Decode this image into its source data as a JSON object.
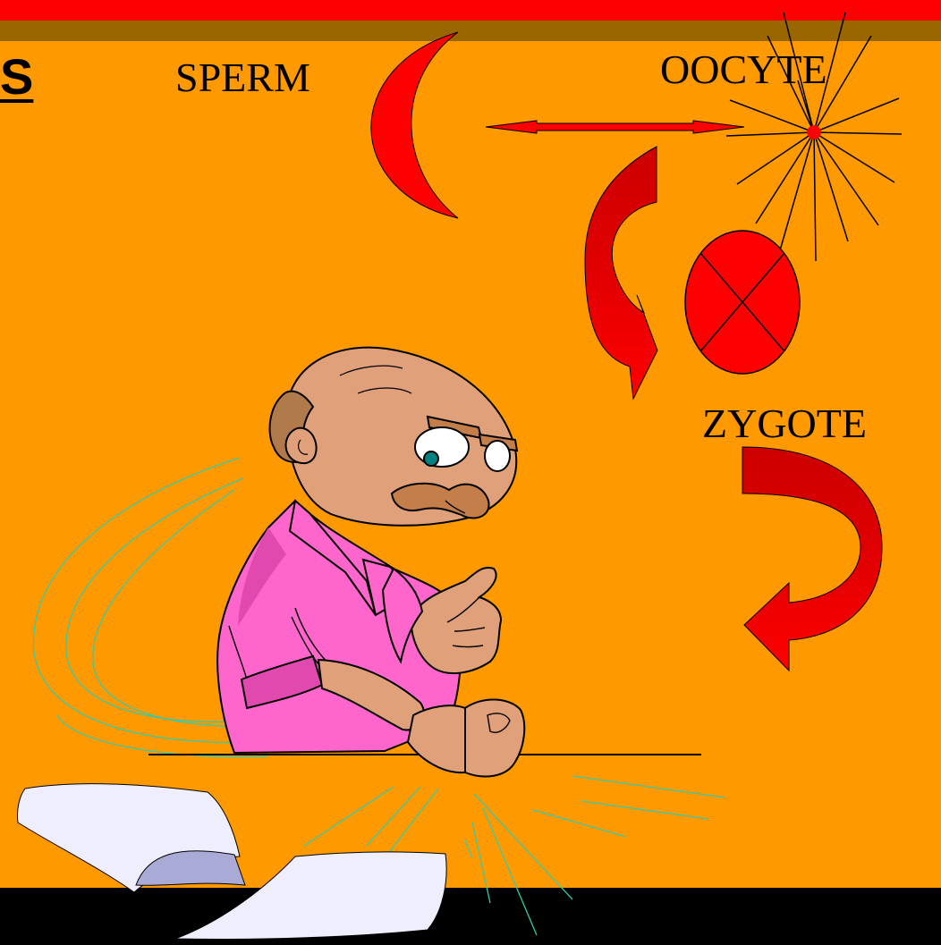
{
  "slide": {
    "title_fragment": "S",
    "colors": {
      "background": "#FF9900",
      "top_band": "#FF0000",
      "second_band": "#996600",
      "bottom_band": "#000000",
      "accent_red": "#FF0000",
      "dark_red": "#CC0000"
    }
  },
  "diagram": {
    "labels": {
      "sperm": "SPERM",
      "oocyte": "OOCYTE",
      "zygote": "ZYGOTE"
    },
    "icons": [
      "sperm-crescent-icon",
      "double-arrow-icon",
      "oocyte-star-icon",
      "zygote-circle-icon",
      "curved-arrow-icon",
      "u-turn-arrow-icon"
    ]
  },
  "illustration": {
    "subject": "cartoon-man-at-desk",
    "shirt_color": "#FF66CC",
    "skin_color": "#E0A07A"
  }
}
